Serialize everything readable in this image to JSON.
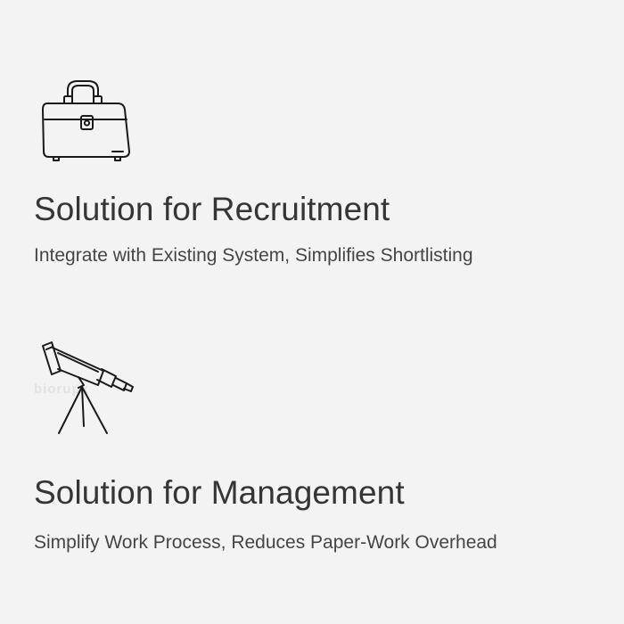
{
  "features": [
    {
      "icon": "handbag-icon",
      "title": "Solution for Recruitment",
      "description": "Integrate with Existing System, Simplifies Shortlisting"
    },
    {
      "icon": "telescope-icon",
      "title": "Solution for Management",
      "description": "Simplify Work Process, Reduces Paper-Work Overhead"
    }
  ],
  "watermark": "biorupx",
  "colors": {
    "background": "#f3f3f3",
    "text": "#353535",
    "icon_stroke": "#1a1a1a"
  }
}
